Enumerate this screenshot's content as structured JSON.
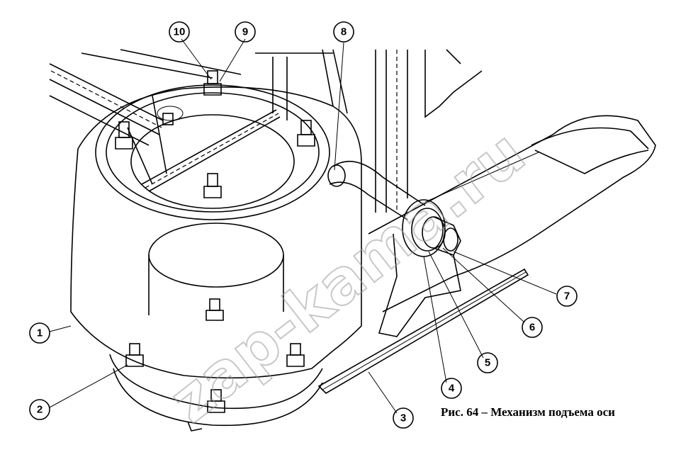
{
  "figure": {
    "caption": "Рис. 64 – Механизм подъема оси",
    "watermark": "zap-kama.ru"
  },
  "callouts": [
    {
      "number": "1"
    },
    {
      "number": "2"
    },
    {
      "number": "3"
    },
    {
      "number": "4"
    },
    {
      "number": "5"
    },
    {
      "number": "6"
    },
    {
      "number": "7"
    },
    {
      "number": "8"
    },
    {
      "number": "9"
    },
    {
      "number": "10"
    }
  ]
}
